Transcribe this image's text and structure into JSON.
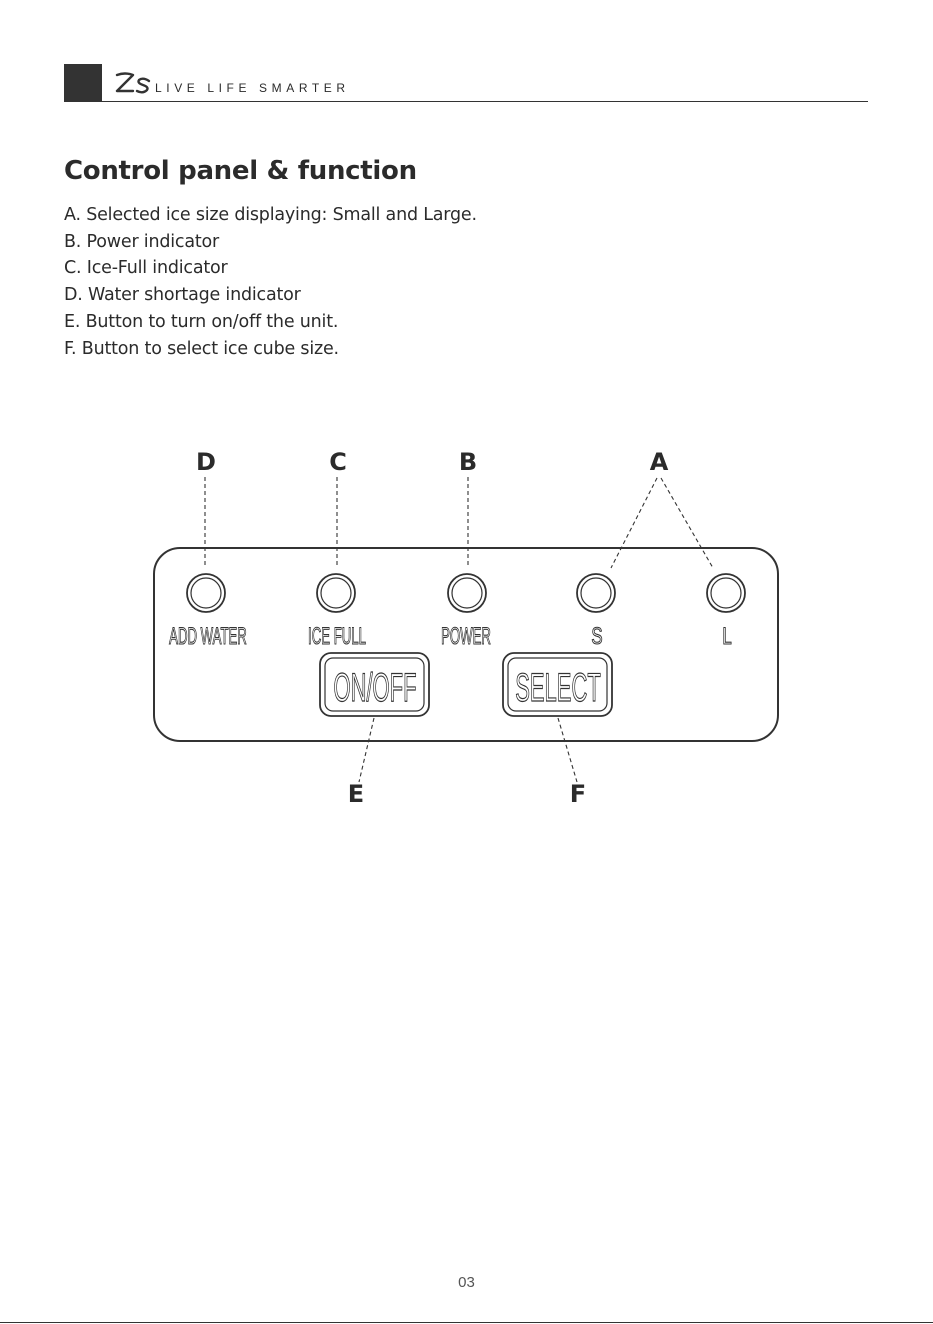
{
  "header": {
    "logo_letters": "ZS",
    "tagline": "LIVE LIFE SMARTER"
  },
  "title": "Control panel & function",
  "legend": [
    "A. Selected ice size displaying: Small and Large.",
    "B. Power indicator",
    "C. Ice-Full indicator",
    "D. Water shortage indicator",
    "E. Button to turn on/off the unit.",
    "F. Button to select ice cube size."
  ],
  "diagram": {
    "callouts": [
      "D",
      "C",
      "B",
      "A",
      "E",
      "F"
    ],
    "indicator_labels": [
      "ADD WATER",
      "ICE FULL",
      "POWER",
      "S",
      "L"
    ],
    "buttons": [
      "ON/OFF",
      "SELECT"
    ]
  },
  "page_number": "03"
}
